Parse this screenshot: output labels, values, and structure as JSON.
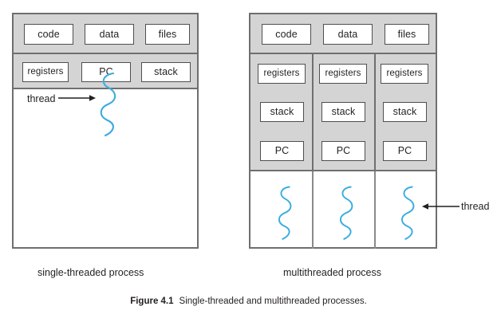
{
  "figure": {
    "label": "Figure 4.1",
    "caption": "Single-threaded and multithreaded processes."
  },
  "colors": {
    "band_gray": "#d4d4d4",
    "frame_stroke": "#6f6f6f",
    "cell_stroke": "#4f4f4f",
    "thread_blue": "#3bace0",
    "text": "#231f20"
  },
  "diagrams": [
    {
      "id": "single-threaded",
      "caption": "single-threaded process",
      "shared_row": [
        {
          "label": "code"
        },
        {
          "label": "data"
        },
        {
          "label": "files"
        }
      ],
      "per_thread_rows": [
        [
          {
            "label": "registers"
          },
          {
            "label": "PC"
          },
          {
            "label": "stack"
          }
        ]
      ],
      "thread_count": 1,
      "annotation": {
        "label": "thread",
        "arrow_direction": "right"
      }
    },
    {
      "id": "multithreaded",
      "caption": "multithreaded process",
      "shared_row": [
        {
          "label": "code"
        },
        {
          "label": "data"
        },
        {
          "label": "files"
        }
      ],
      "columns": [
        {
          "cells": [
            {
              "label": "registers"
            },
            {
              "label": "stack"
            },
            {
              "label": "PC"
            }
          ]
        },
        {
          "cells": [
            {
              "label": "registers"
            },
            {
              "label": "stack"
            },
            {
              "label": "PC"
            }
          ]
        },
        {
          "cells": [
            {
              "label": "registers"
            },
            {
              "label": "stack"
            },
            {
              "label": "PC"
            }
          ]
        }
      ],
      "thread_count": 3,
      "annotation": {
        "label": "thread",
        "arrow_direction": "left"
      }
    }
  ]
}
